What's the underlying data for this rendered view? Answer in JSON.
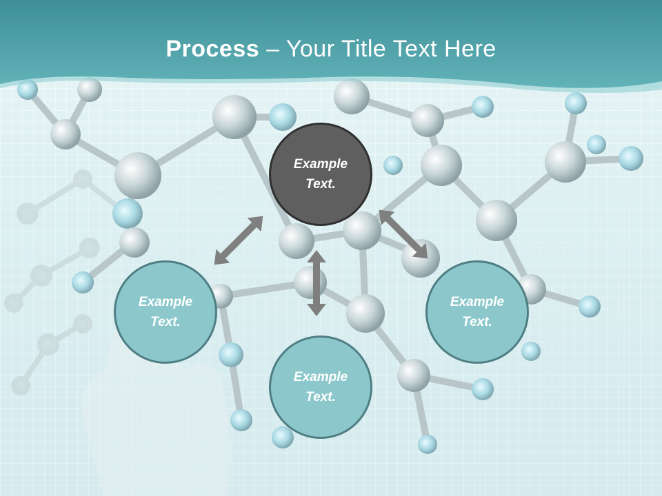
{
  "slide": {
    "title_bold": "Process",
    "title_rest": " – Your Title Text Here",
    "nodes": {
      "center": "Example\nText.",
      "left": "Example\nText.",
      "bottom": "Example\nText.",
      "right": "Example\nText."
    }
  },
  "colors": {
    "header": "#4a9ea5",
    "center_fill": "#5f5f5f",
    "node_fill": "#8cc8cb",
    "node_border": "#4e7e84",
    "arrow": "#7f7f7f"
  }
}
